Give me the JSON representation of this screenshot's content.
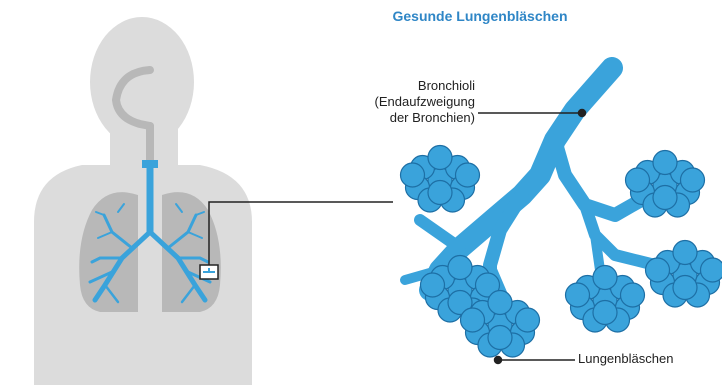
{
  "title": "Gesunde Lungenbläschen",
  "labels": {
    "bronchioles": [
      "Bronchioli",
      "(Endaufzweigung",
      "der Bronchien)"
    ],
    "alveoli": "Lungenbläschen"
  },
  "colors": {
    "title": "#2f86c6",
    "body": "#dcdcdc",
    "lung": "#b8b8b8",
    "airway": "#3aa3db",
    "alveolus_fill": "#3aa3db",
    "alveolus_stroke": "#1d6fa5",
    "callout": "#222222"
  },
  "icons": [
    "human-torso-silhouette",
    "lungs",
    "bronchial-tree",
    "alveolus-cluster"
  ]
}
